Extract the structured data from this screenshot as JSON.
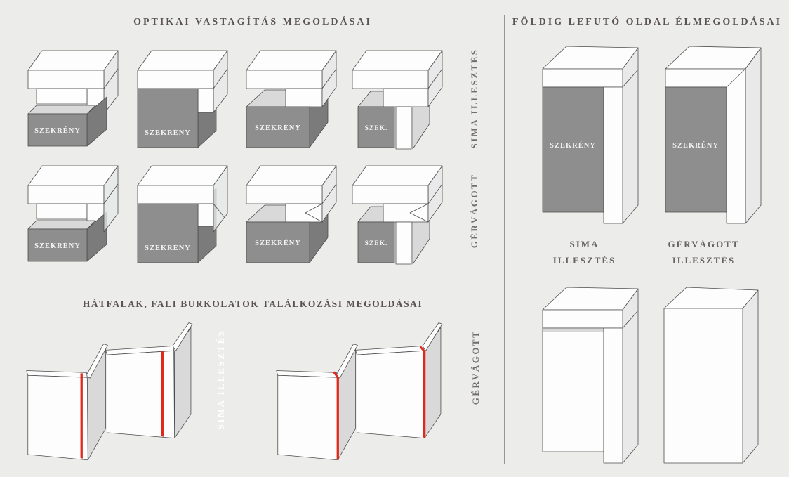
{
  "page": {
    "background": "#ececeb"
  },
  "optical_section": {
    "title": "OPTIKAI VASTAGÍTÁS MEGOLDÁSAI",
    "row1_side_label": "SIMA ILLESZTÉS",
    "row2_side_label": "GÉRVÁGOTT",
    "cabinet_label": "SZEKRÉNY",
    "cabinet_label_short": "SZEK."
  },
  "backwall_section": {
    "title": "HÁTFALAK, FALI BURKOLATOK TALÁLKOZÁSI MEGOLDÁSAI",
    "diagram1_side_label": "SIMA ILLESZTÉS",
    "diagram2_side_label": "GÉRVÁGOTT"
  },
  "floor_edge_section": {
    "title": "FÖLDIG LEFUTÓ OLDAL ÉLMEGOLDÁSAI",
    "cabinet_label": "SZEKRÉNY",
    "caption1_line1": "SIMA",
    "caption1_line2": "ILLESZTÉS",
    "caption2_line1": "GÉRVÁGOTT",
    "caption2_line2": "ILLESZTÉS"
  },
  "colors": {
    "background": "#ececeb",
    "cabinet_front_gray": "#8e8e8e",
    "cabinet_side_gray": "#7b7b7b",
    "light_side": "#e9e9e9",
    "joint_red": "#e0291b",
    "title_text": "#5b5350",
    "side_label_text": "#716d6a",
    "white_label_text": "#ffffff"
  }
}
